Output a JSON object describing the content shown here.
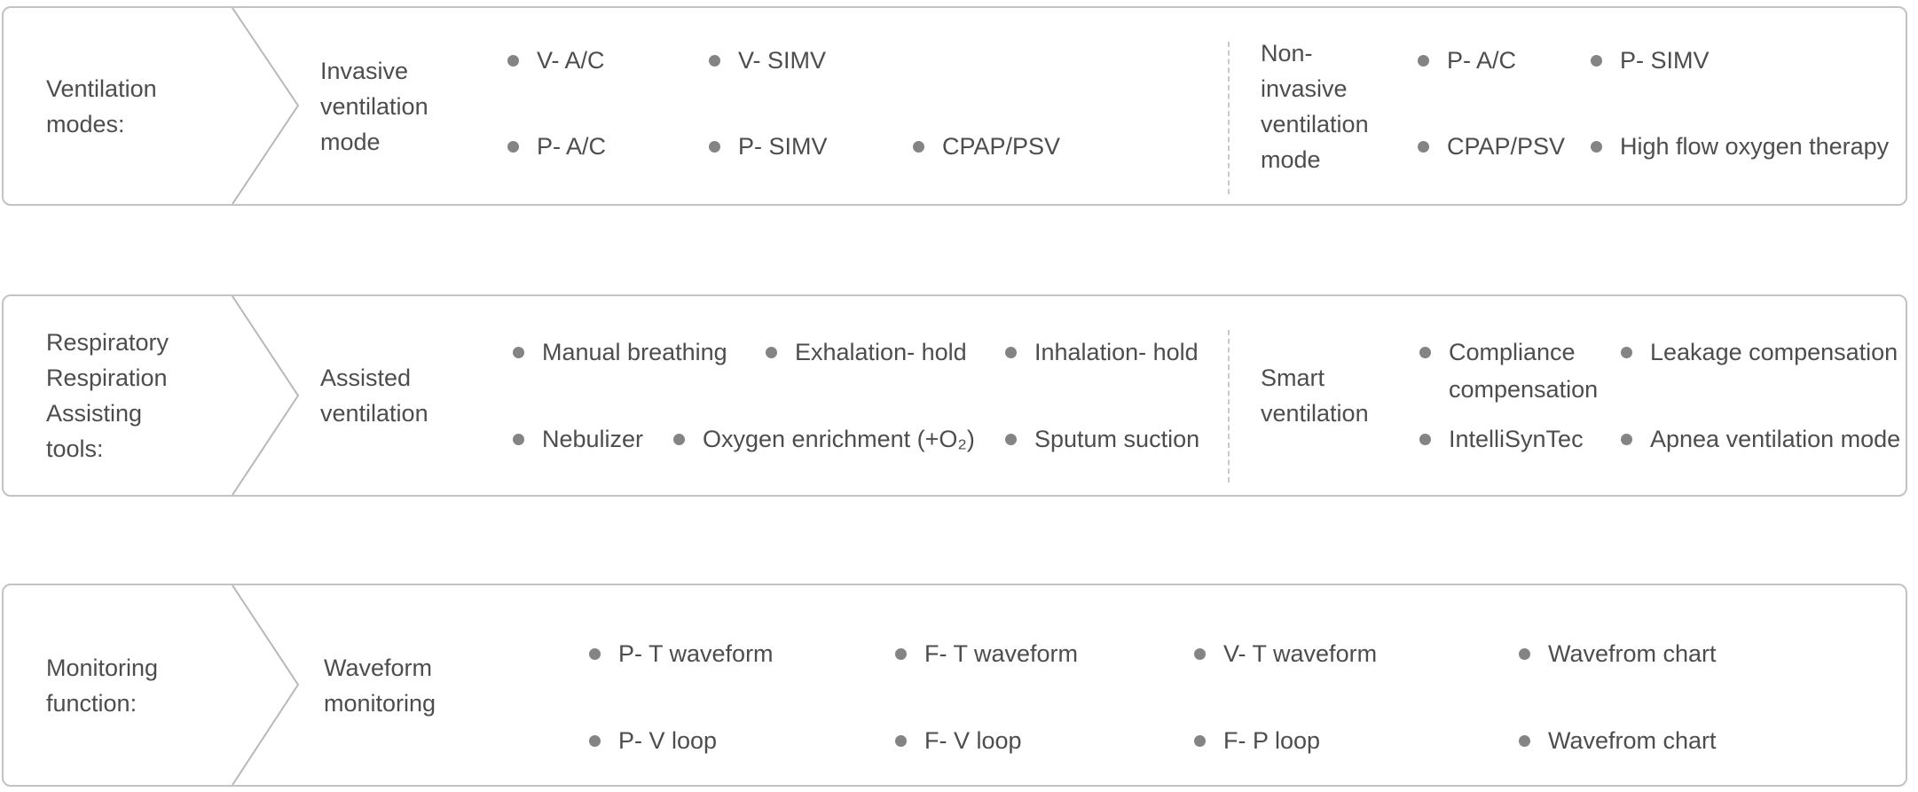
{
  "colors": {
    "background": "#ffffff",
    "box_border": "#c3c3c3",
    "chevron_line": "#b8b8b8",
    "dashed_divider": "#c9c9c9",
    "text": "#4d4d4d",
    "bullet": "#848484"
  },
  "sections": [
    {
      "category": "Ventilation\nmodes:",
      "groups": [
        {
          "label": "Invasive\nventilation\nmode",
          "items": [
            "V- A/C",
            "V- SIMV",
            "P- A/C",
            "P- SIMV",
            "CPAP/PSV"
          ]
        },
        {
          "label": "Non-\ninvasive\nventilation\nmode",
          "items": [
            "P- A/C",
            "P- SIMV",
            "CPAP/PSV",
            "High flow oxygen therapy"
          ]
        }
      ]
    },
    {
      "category": "Respiratory\nRespiration\nAssisting\ntools:",
      "groups": [
        {
          "label": "Assisted\nventilation",
          "items": [
            "Manual breathing",
            "Exhalation- hold",
            "Inhalation- hold",
            "Nebulizer",
            "Oxygen enrichment (+O₂)",
            "Sputum suction"
          ]
        },
        {
          "label": "Smart\nventilation",
          "items": [
            "Compliance compensation",
            "Leakage compensation",
            "IntelliSynTec",
            "Apnea ventilation mode"
          ]
        }
      ]
    },
    {
      "category": "Monitoring\nfunction:",
      "groups": [
        {
          "label": "Waveform\nmonitoring",
          "items": [
            "P- T waveform",
            "F- T waveform",
            "V- T waveform",
            "Wavefrom chart",
            "P- V loop",
            "F- V loop",
            "F- P loop",
            "Wavefrom chart"
          ]
        }
      ]
    }
  ]
}
